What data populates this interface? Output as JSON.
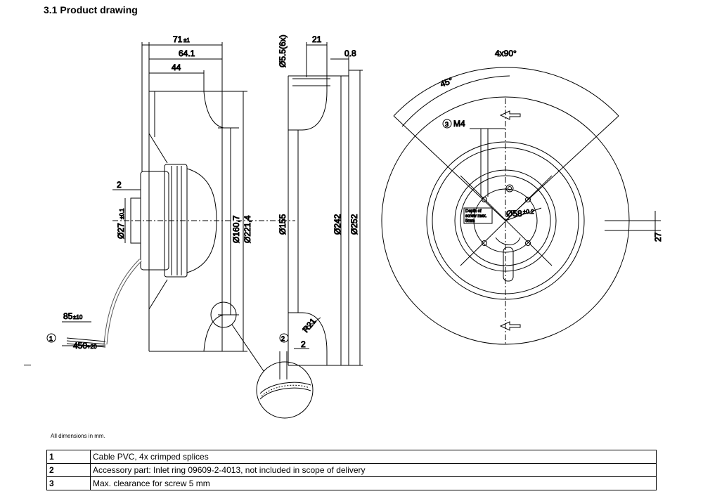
{
  "title": "3.1 Product drawing",
  "dimensions": {
    "w71": "71",
    "w71_tol": "±1",
    "w64": "64.1",
    "w44": "44",
    "w2": "2",
    "d27": "Ø27",
    "d27_tol": "±0.1",
    "d160": "Ø160,7",
    "d221": "Ø221,4",
    "d155": "Ø155",
    "d242": "Ø242",
    "d252": "Ø252",
    "d55": "Ø5.5(6x)",
    "w21": "21",
    "w08": "0.8",
    "r21": "R21",
    "detail_2": "2",
    "c85": "85",
    "c85_tol": "±10",
    "c450": "450",
    "c450_tol": "+20",
    "a4x90": "4x90°",
    "a45": "45°",
    "m4": "M4",
    "d58": "Ø58",
    "d58_tol": "±0.2",
    "h27": "27",
    "depth_line1": "Depth of",
    "depth_line2": "screw max.",
    "depth_line3": "5mm"
  },
  "callouts": {
    "c1": "1",
    "c2": "2",
    "c3": "3"
  },
  "footnote": "All dimensions in mm.",
  "notes": [
    {
      "num": "1",
      "text": "Cable PVC, 4x crimped splices"
    },
    {
      "num": "2",
      "text": "Accessory part: Inlet ring 09609-2-4013, not included in scope of delivery"
    },
    {
      "num": "3",
      "text": "Max. clearance for screw 5 mm"
    }
  ]
}
